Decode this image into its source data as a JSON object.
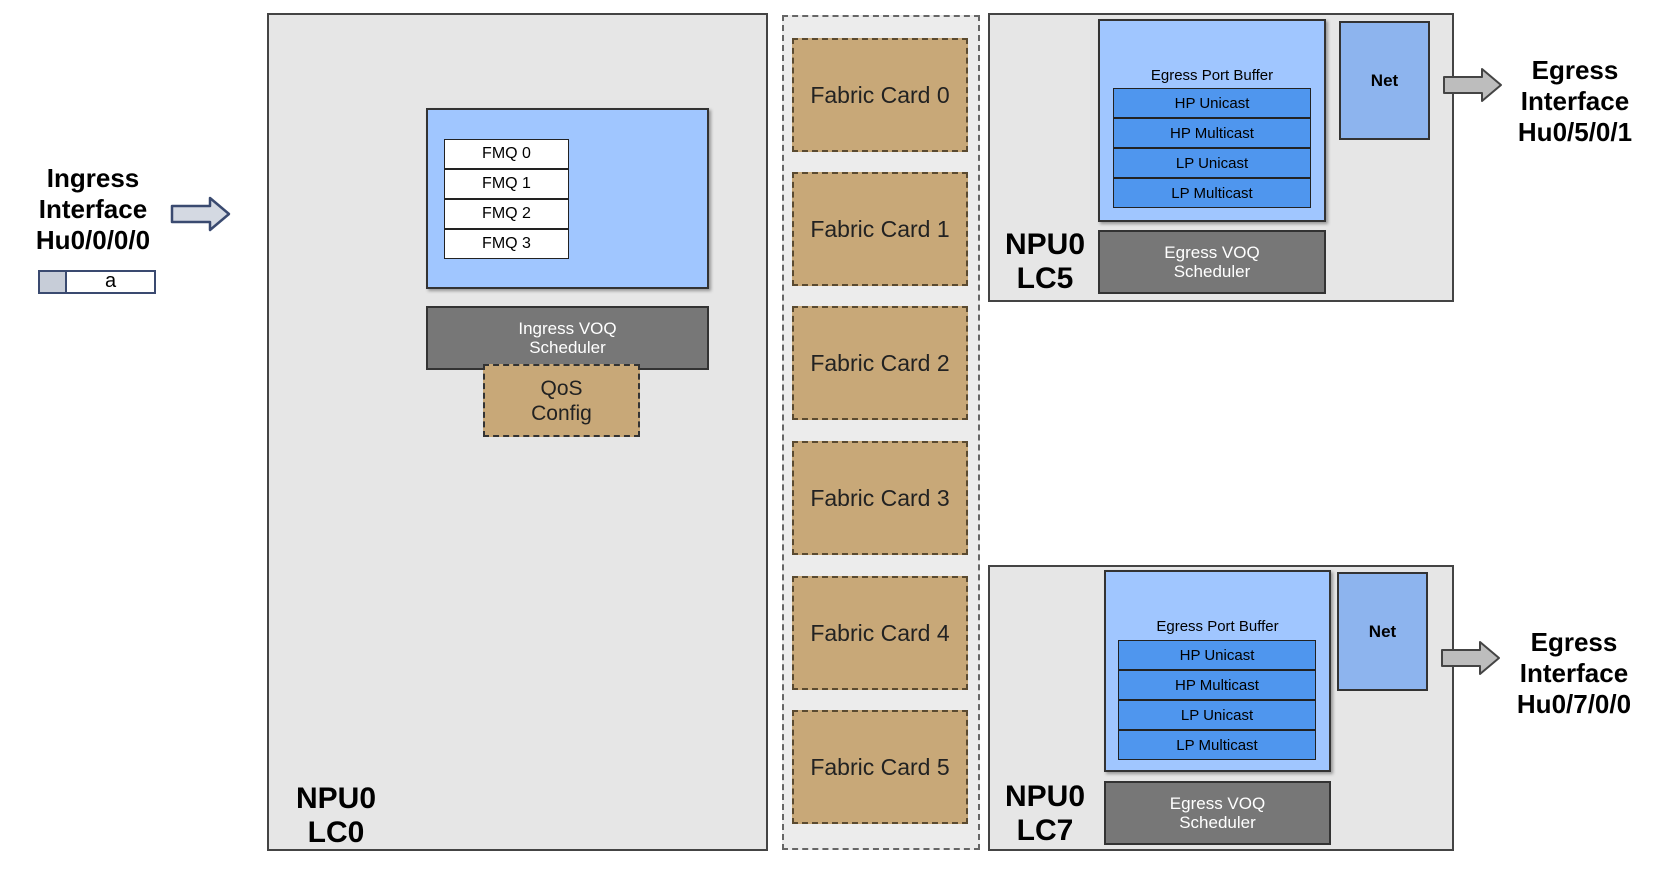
{
  "ingress": {
    "label_lines": [
      "Ingress",
      "Interface",
      "Hu0/0/0/0"
    ],
    "packet_label": "a"
  },
  "lc0": {
    "npu": "NPU0",
    "lc": "LC0",
    "fmq": [
      "FMQ 0",
      "FMQ 1",
      "FMQ 2",
      "FMQ 3"
    ],
    "voq_lines": [
      "Ingress VOQ",
      "Scheduler"
    ],
    "qos_lines": [
      "QoS",
      "Config"
    ]
  },
  "fabric_cards": [
    "Fabric Card 0",
    "Fabric Card 1",
    "Fabric Card 2",
    "Fabric Card 3",
    "Fabric Card 4",
    "Fabric Card 5"
  ],
  "lc5": {
    "npu": "NPU0",
    "lc": "LC5",
    "buffer_title": "Egress Port Buffer",
    "queues": [
      "HP Unicast",
      "HP Multicast",
      "LP Unicast",
      "LP Multicast"
    ],
    "net": "Net",
    "voq_lines": [
      "Egress VOQ",
      "Scheduler"
    ]
  },
  "lc7": {
    "npu": "NPU0",
    "lc": "LC7",
    "buffer_title": "Egress Port Buffer",
    "queues": [
      "HP Unicast",
      "HP Multicast",
      "LP Unicast",
      "LP Multicast"
    ],
    "net": "Net",
    "voq_lines": [
      "Egress VOQ",
      "Scheduler"
    ]
  },
  "egress1": {
    "label_lines": [
      "Egress",
      "Interface",
      "Hu0/5/0/1"
    ]
  },
  "egress2": {
    "label_lines": [
      "Egress",
      "Interface",
      "Hu0/7/0/0"
    ]
  },
  "colors": {
    "linecard_bg": "#e6e6e6",
    "fabric": "#c8a878",
    "buffer": "#a0c6ff",
    "queue": "#4f96ee",
    "scheduler": "#777777",
    "net": "#8db4ee"
  }
}
